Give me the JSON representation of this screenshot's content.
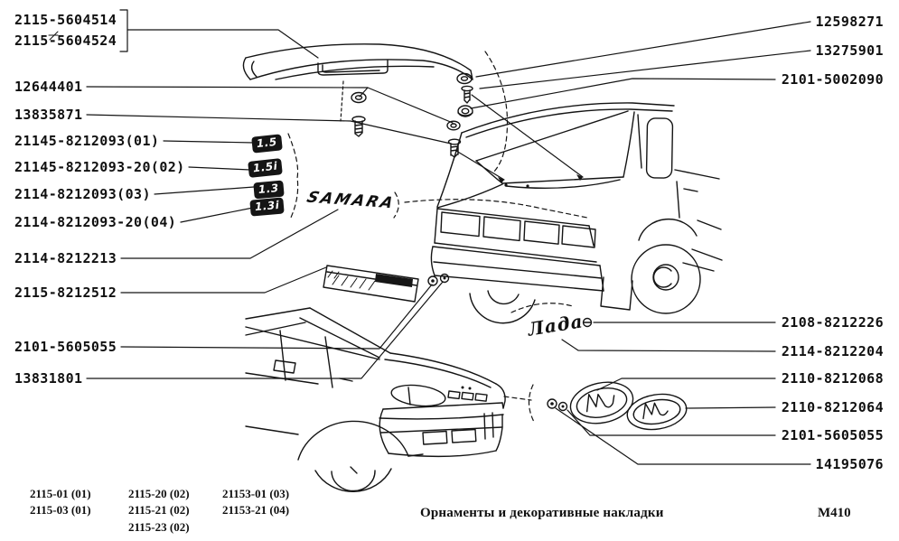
{
  "page": {
    "title": "Орнаменты и декоративные накладки",
    "sheet_code": "М410",
    "ink_color": "#141414",
    "background_color": "#ffffff"
  },
  "left_labels": [
    "2115-5604514",
    "2115-5604524",
    "12644401",
    "13835871",
    "21145-8212093(01)",
    "21145-8212093-20(02)",
    "2114-8212093(03)",
    "2114-8212093-20(04)",
    "2114-8212213",
    "2115-8212512",
    "2101-5605055",
    "13831801"
  ],
  "right_labels": [
    "12598271",
    "13275901",
    "2101-5002090",
    "2108-8212226",
    "2114-8212204",
    "2110-8212068",
    "2110-8212064",
    "2101-5605055",
    "14195076"
  ],
  "badges": {
    "engine_15": "1.5",
    "engine_15i": "1.5i",
    "engine_13": "1.3",
    "engine_13i": "1.3i",
    "samara": "SAMARA",
    "lada_script": "Лада"
  },
  "variant_table": {
    "col1": [
      "2115-01 (01)",
      "2115-03 (01)"
    ],
    "col2": [
      "2115-20 (02)",
      "2115-21 (02)",
      "2115-23 (02)"
    ],
    "col3": [
      "21153-01 (03)",
      "21153-21 (04)"
    ]
  }
}
